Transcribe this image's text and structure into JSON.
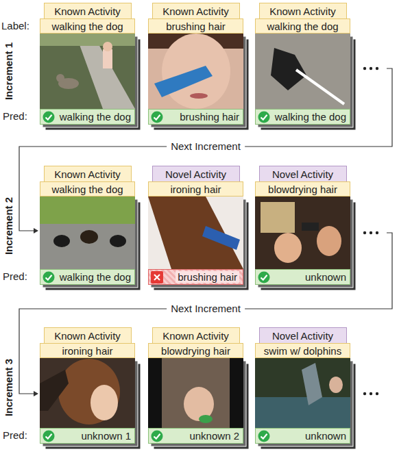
{
  "diagram": {
    "nodes": [
      {
        "text": [
          "Known Activity"
        ]
      },
      {
        "text": [
          "walking the dog"
        ]
      },
      {
        "text": [
          "walking the dog"
        ]
      },
      {
        "text": [
          "Known Activity"
        ]
      },
      {
        "text": [
          "brushing hair"
        ]
      },
      {
        "text": [
          "brushing hair"
        ]
      },
      {
        "text": [
          "Known Activity"
        ]
      },
      {
        "text": [
          "walking the dog"
        ]
      },
      {
        "text": [
          "walking the dog"
        ]
      },
      {
        "text": [
          "Known Activity"
        ]
      },
      {
        "text": [
          "walking the dog"
        ]
      },
      {
        "text": [
          "walking the dog"
        ]
      },
      {
        "text": [
          "Novel Activity"
        ]
      },
      {
        "text": [
          "ironing hair"
        ]
      },
      {
        "text": [
          "brushing hair"
        ]
      },
      {
        "text": [
          "Novel Activity"
        ]
      },
      {
        "text": [
          "blowdrying hair"
        ]
      },
      {
        "text": [
          "unknown"
        ]
      },
      {
        "text": [
          "Known Activity"
        ]
      },
      {
        "text": [
          "ironing hair"
        ]
      },
      {
        "text": [
          "unknown 1"
        ]
      },
      {
        "text": [
          "Known Activity"
        ]
      },
      {
        "text": [
          "blowdrying hair"
        ]
      },
      {
        "text": [
          "unknown 2"
        ]
      },
      {
        "text": [
          "Novel Activity"
        ]
      },
      {
        "text": [
          "swim w/ dolphins"
        ]
      },
      {
        "text": [
          "unknown"
        ]
      }
    ],
    "labels": [
      "Label:",
      "Increment 1",
      "Pred:",
      "Next Increment",
      "Increment 2",
      "Pred:",
      "Next Increment",
      "Increment 3",
      "Pred:"
    ]
  }
}
